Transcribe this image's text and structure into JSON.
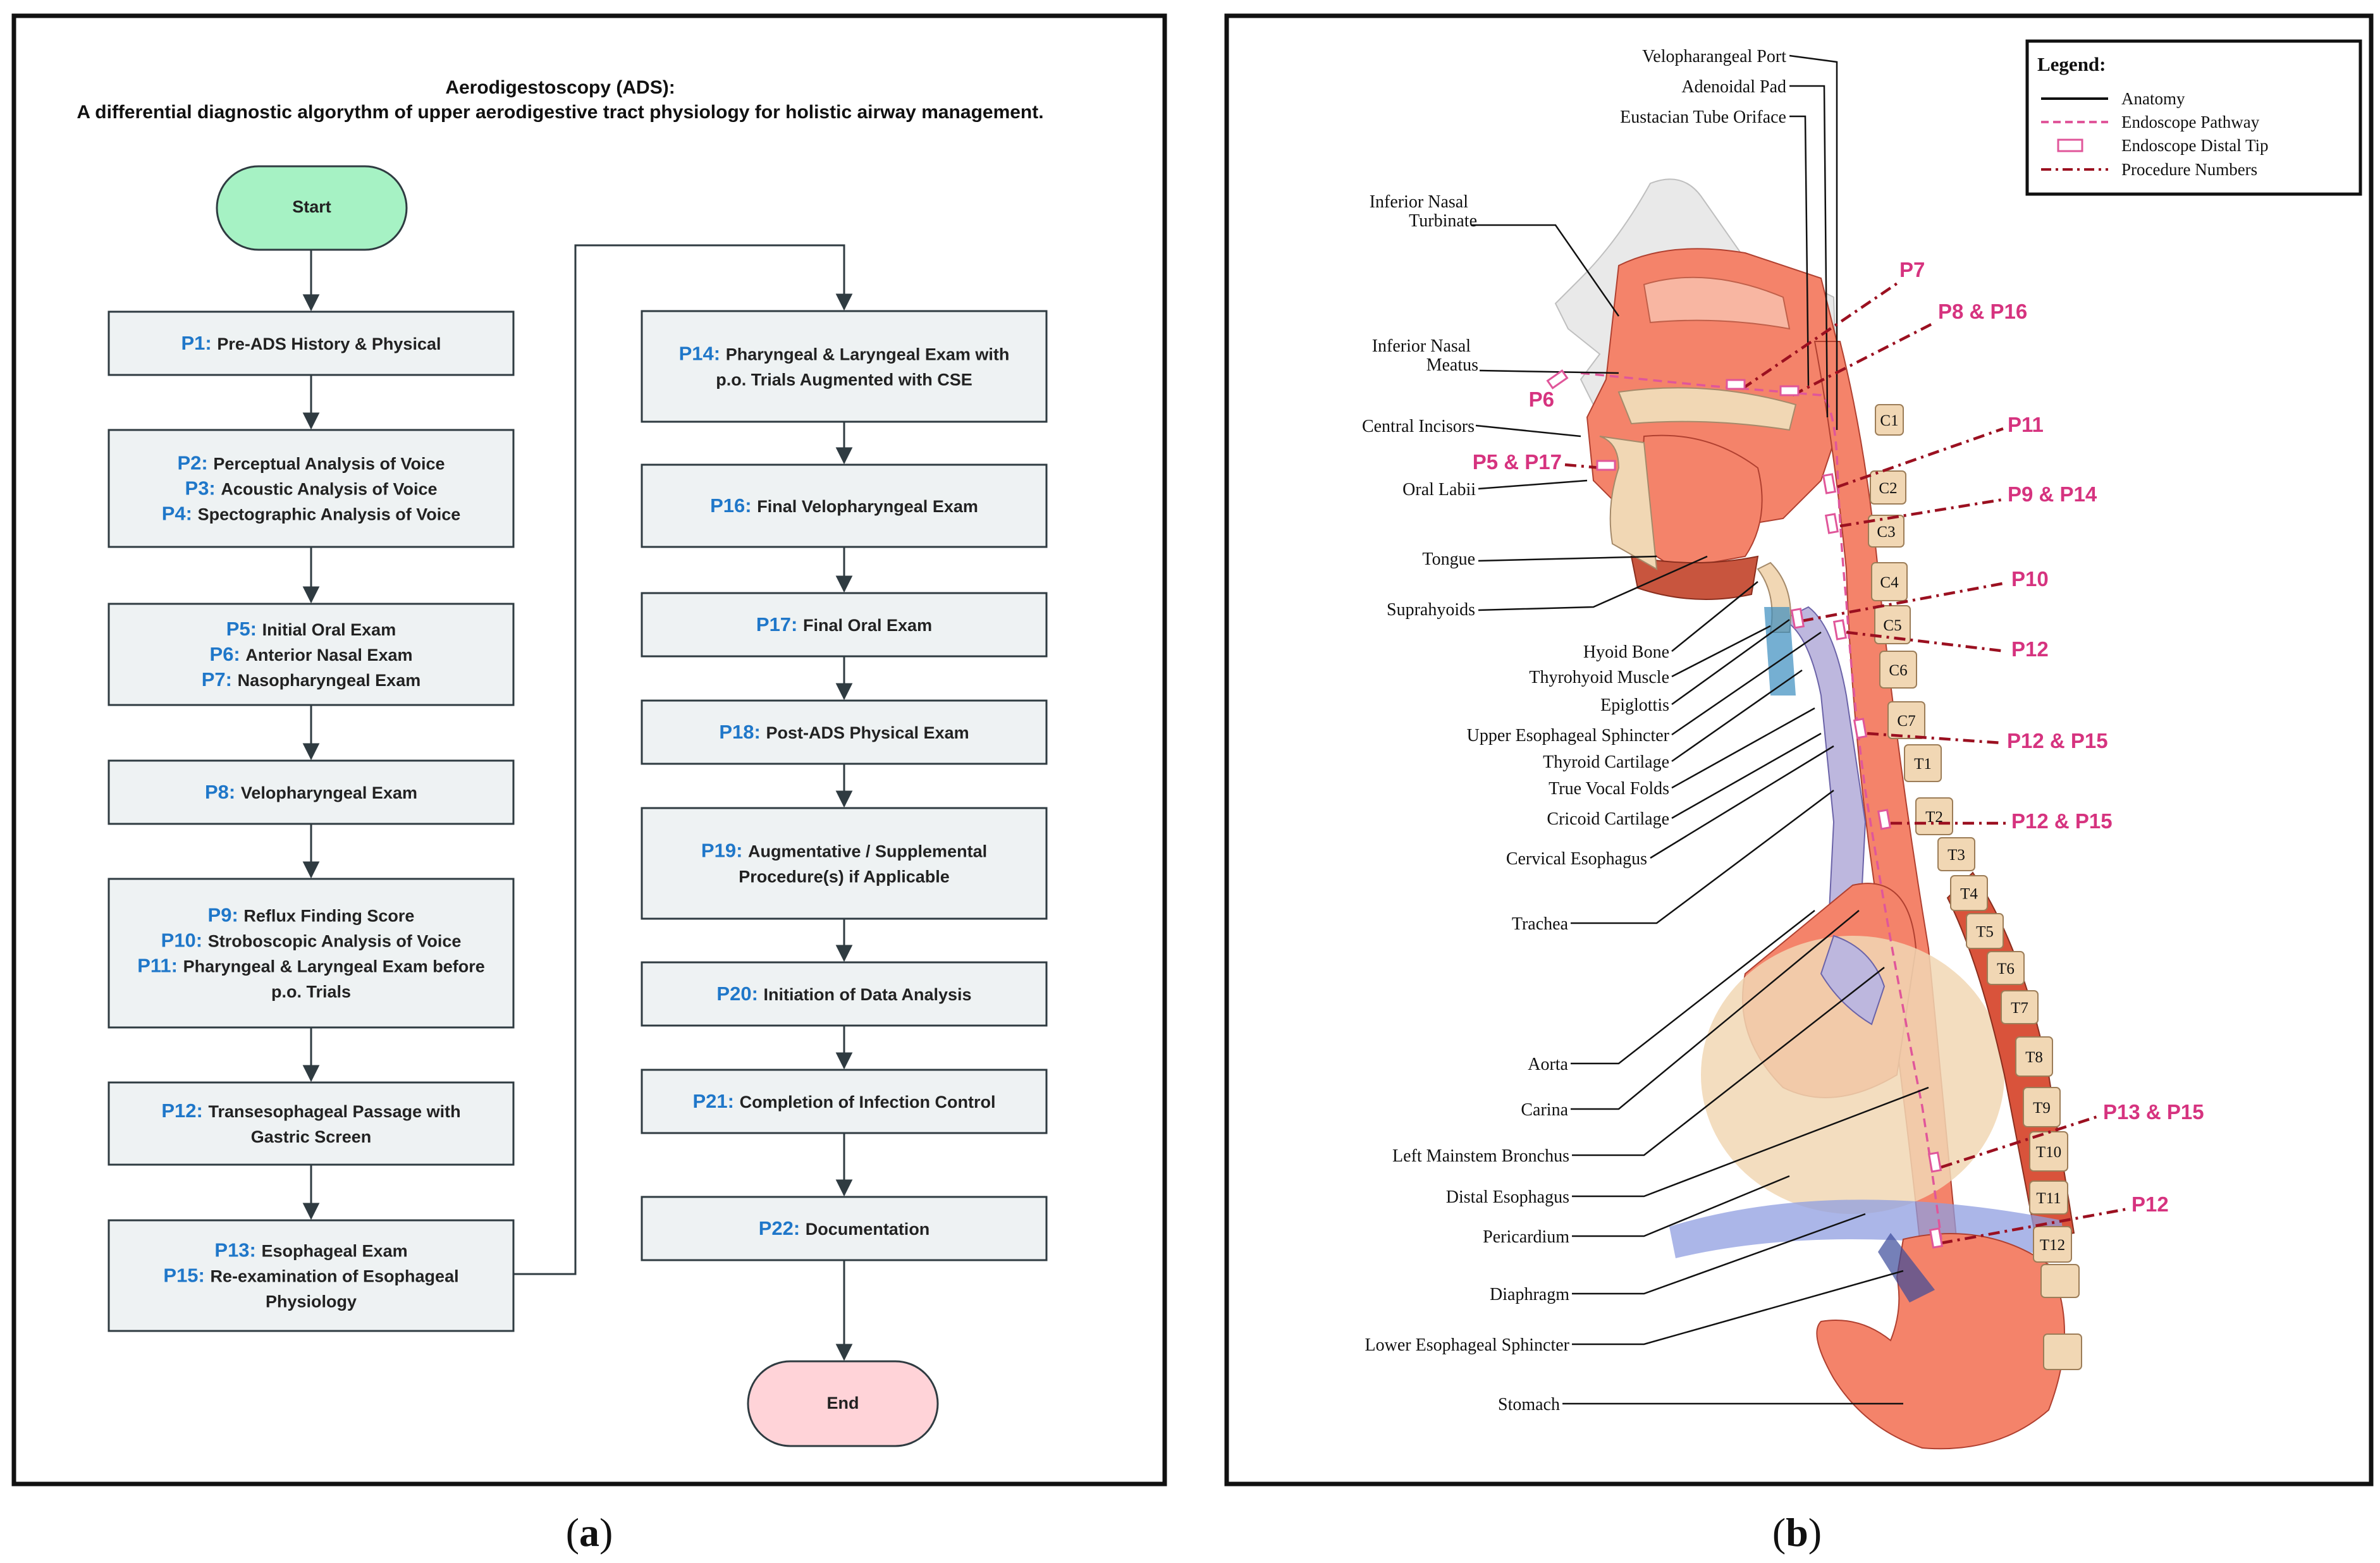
{
  "panel_a": {
    "title_line1": "Aerodigestoscopy (ADS):",
    "title_line2": "A differential diagnostic algorythm of upper aerodigestive tract physiology for holistic airway management.",
    "start": "Start",
    "end": "End",
    "boxes": [
      {
        "id": "b1",
        "lines": [
          {
            "code": "P1:",
            "text": "Pre-ADS History & Physical"
          }
        ]
      },
      {
        "id": "b2",
        "lines": [
          {
            "code": "P2:",
            "text": "Perceptual Analysis of Voice"
          },
          {
            "code": "P3:",
            "text": "Acoustic Analysis of Voice"
          },
          {
            "code": "P4:",
            "text": "Spectographic Analysis of Voice"
          }
        ]
      },
      {
        "id": "b3",
        "lines": [
          {
            "code": "P5:",
            "text": "Initial Oral Exam"
          },
          {
            "code": "P6:",
            "text": "Anterior Nasal Exam"
          },
          {
            "code": "P7:",
            "text": "Nasopharyngeal Exam"
          }
        ]
      },
      {
        "id": "b4",
        "lines": [
          {
            "code": "P8:",
            "text": "Velopharyngeal Exam"
          }
        ]
      },
      {
        "id": "b5",
        "lines": [
          {
            "code": "P9:",
            "text": "Reflux Finding Score"
          },
          {
            "code": "P10:",
            "text": "Stroboscopic Analysis of Voice"
          },
          {
            "code": "P11:",
            "text": "Pharyngeal & Laryngeal Exam before"
          },
          {
            "code": "",
            "text": "p.o. Trials"
          }
        ]
      },
      {
        "id": "b6",
        "lines": [
          {
            "code": "P12:",
            "text": "Transesophageal Passage with"
          },
          {
            "code": "",
            "text": "Gastric Screen"
          }
        ]
      },
      {
        "id": "b7",
        "lines": [
          {
            "code": "P13:",
            "text": "Esophageal Exam"
          },
          {
            "code": "P15:",
            "text": "Re-examination of Esophageal"
          },
          {
            "code": "",
            "text": "Physiology"
          }
        ]
      },
      {
        "id": "b8",
        "lines": [
          {
            "code": "P14:",
            "text": "Pharyngeal & Laryngeal Exam with"
          },
          {
            "code": "",
            "text": "p.o. Trials Augmented with CSE"
          }
        ]
      },
      {
        "id": "b9",
        "lines": [
          {
            "code": "P16:",
            "text": "Final Velopharyngeal Exam"
          }
        ]
      },
      {
        "id": "b10",
        "lines": [
          {
            "code": "P17:",
            "text": "Final Oral Exam"
          }
        ]
      },
      {
        "id": "b11",
        "lines": [
          {
            "code": "P18:",
            "text": "Post-ADS Physical Exam"
          }
        ]
      },
      {
        "id": "b12",
        "lines": [
          {
            "code": "P19:",
            "text": "Augmentative / Supplemental"
          },
          {
            "code": "",
            "text": "Procedure(s) if Applicable"
          }
        ]
      },
      {
        "id": "b13",
        "lines": [
          {
            "code": "P20:",
            "text": "Initiation of Data Analysis"
          }
        ]
      },
      {
        "id": "b14",
        "lines": [
          {
            "code": "P21:",
            "text": "Completion of Infection Control"
          }
        ]
      },
      {
        "id": "b15",
        "lines": [
          {
            "code": "P22:",
            "text": "Documentation"
          }
        ]
      }
    ],
    "caption": "(a)"
  },
  "panel_b": {
    "legend": {
      "title": "Legend:",
      "items": [
        "Anatomy",
        "Endoscope Pathway",
        "Endoscope Distal Tip",
        "Procedure Numbers"
      ]
    },
    "anatomy_labels": [
      "Velopharangeal Port",
      "Adenoidal Pad",
      "Eustacian Tube Oriface",
      "Inferior Nasal",
      "Turbinate",
      "Inferior Nasal",
      "Meatus",
      "Central Incisors",
      "Oral Labii",
      "Tongue",
      "Suprahyoids",
      "Hyoid Bone",
      "Thyrohyoid Muscle",
      "Epiglottis",
      "Upper Esophageal Sphincter",
      "Thyroid Cartilage",
      "True Vocal Folds",
      "Cricoid Cartilage",
      "Cervical Esophagus",
      "Trachea",
      "Aorta",
      "Carina",
      "Left Mainstem Bronchus",
      "Distal Esophagus",
      "Pericardium",
      "Diaphragm",
      "Lower Esophageal Sphincter",
      "Stomach"
    ],
    "procedure_labels": [
      "P7",
      "P8 & P16",
      "P6",
      "P5 & P17",
      "P11",
      "P9 & P14",
      "P10",
      "P12",
      "P12 & P15",
      "P12 & P15",
      "P13 & P15",
      "P12"
    ],
    "vertebrae": [
      "C1",
      "C2",
      "C3",
      "C4",
      "C5",
      "C6",
      "C7",
      "T1",
      "T2",
      "T3",
      "T4",
      "T5",
      "T6",
      "T7",
      "T8",
      "T9",
      "T10",
      "T11",
      "T12"
    ],
    "caption": "(b)",
    "colors": {
      "anatomy": "#111111",
      "endoscope": "#e0569a",
      "procedure": "#9b1020",
      "flesh": "#f4836a",
      "bone": "#f1d7b4"
    }
  }
}
